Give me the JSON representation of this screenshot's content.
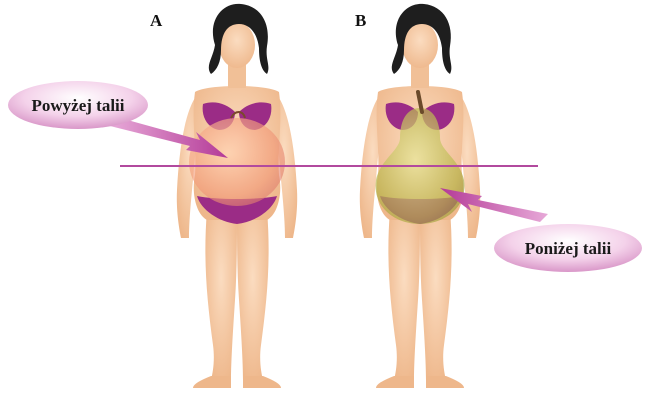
{
  "figure": {
    "panel_a": {
      "letter": "A"
    },
    "panel_b": {
      "letter": "B"
    }
  },
  "callouts": {
    "above_waist": {
      "label": "Powyżej talii"
    },
    "below_waist": {
      "label": "Poniżej talii"
    }
  },
  "colors": {
    "skin": "#f6c9a0",
    "skin_shade": "#e9ad7f",
    "hair": "#1e1e1e",
    "bikini": "#9b2c86",
    "accent_line": "#b24a9e",
    "apple": "#f0a07a",
    "pear": "#b6b24a",
    "callout_bubble": "#e7b3d8"
  },
  "icons": {
    "panel_a_fruit": "apple-icon",
    "panel_b_fruit": "pear-icon"
  }
}
